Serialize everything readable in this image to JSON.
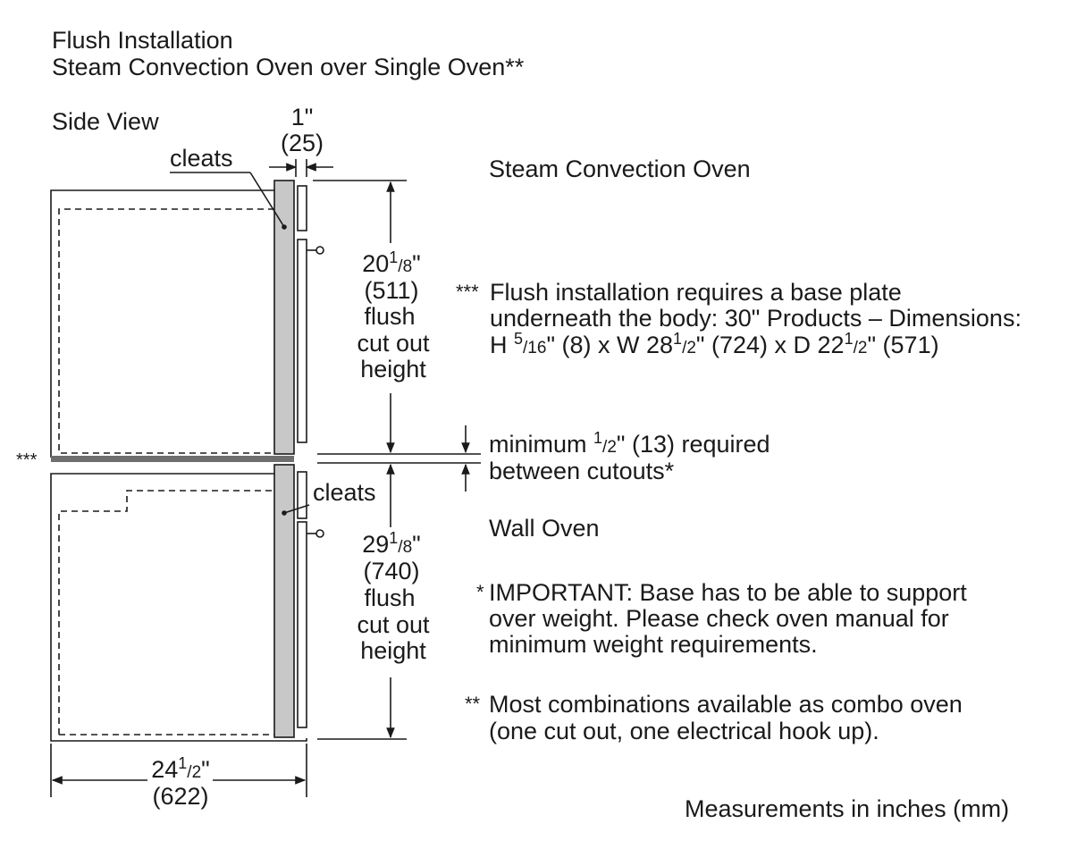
{
  "header": {
    "title": "Flush Installation",
    "subtitle": "Steam Convection Oven over Single Oven**",
    "view_label": "Side View"
  },
  "colors": {
    "line": "#1a1a1a",
    "steel": "#c8c8c8",
    "base_plate": "#6e6e6e"
  },
  "top_gap": {
    "in": "1\"",
    "mm": "(25)"
  },
  "cleats_top": "cleats",
  "cleats_bottom": "cleats",
  "upper_appliance": "Steam Convection Oven",
  "lower_appliance": "Wall Oven",
  "upper_height": {
    "whole": "20",
    "num": "1",
    "den": "8",
    "unit": "\"",
    "mm": "(511)",
    "line2": "flush",
    "line3": "cut out",
    "line4": "height"
  },
  "lower_height": {
    "whole": "29",
    "num": "1",
    "den": "8",
    "unit": "\"",
    "mm": "(740)",
    "line2": "flush",
    "line3": "cut out",
    "line4": "height"
  },
  "depth": {
    "whole": "24",
    "num": "1",
    "den": "2",
    "unit": "\"",
    "mm": "(622)"
  },
  "gap_note": {
    "pre": "minimum ",
    "num": "1",
    "den": "2",
    "post": "\" (13) required",
    "line2": "between cutouts*"
  },
  "base_plate_marker": "***",
  "note_triple": {
    "marker": "***",
    "line1": "Flush installation requires a base plate",
    "line2": "underneath the body: 30\" Products – Dimensions:",
    "l3_a": "H ",
    "l3_a_num": "5",
    "l3_a_den": "16",
    "l3_b": "\" (8) x W 28",
    "l3_b_num": "1",
    "l3_b_den": "2",
    "l3_c": "\" (724) x D 22",
    "l3_c_num": "1",
    "l3_c_den": "2",
    "l3_d": "\" (571)"
  },
  "note_single": {
    "marker": "*",
    "line1": "IMPORTANT: Base has to be able to support",
    "line2": "over weight. Please check oven manual for",
    "line3": "minimum weight requirements."
  },
  "note_double": {
    "marker": "**",
    "line1": "Most combinations available as combo oven",
    "line2": "(one cut out, one electrical hook up)."
  },
  "units_note": "Measurements in inches (mm)"
}
